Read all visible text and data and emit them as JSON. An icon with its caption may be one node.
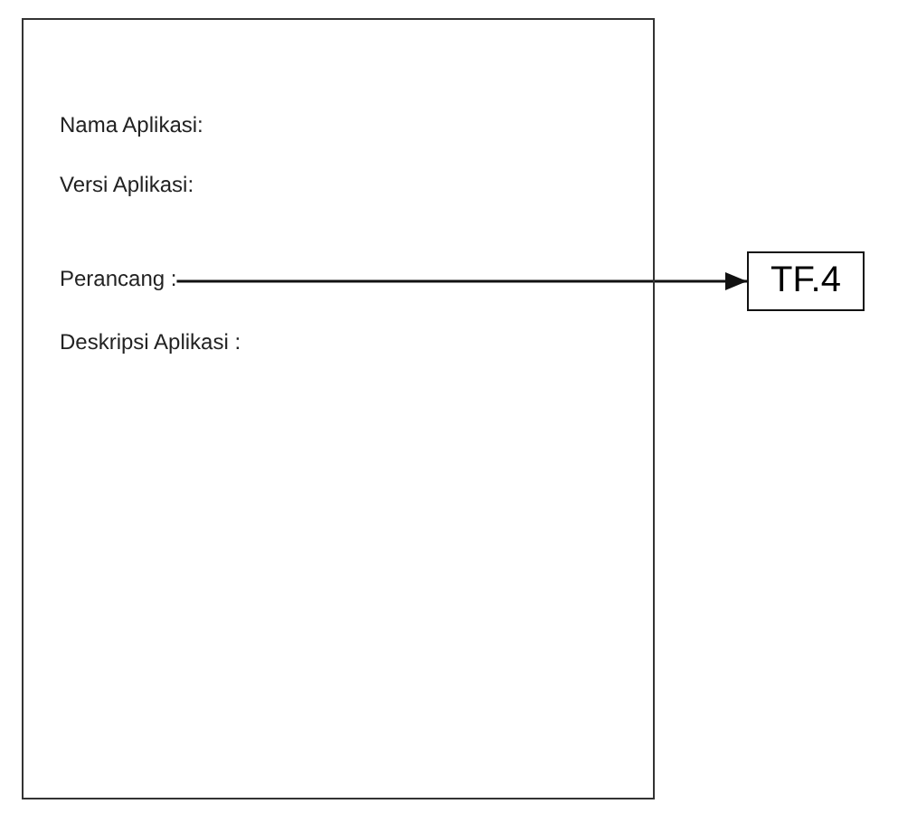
{
  "diagram": {
    "nodes": [
      {
        "text": [],
        "shape": "box"
      },
      {
        "text": [
          "Nama Aplikasi:"
        ],
        "in": 0
      },
      {
        "text": [
          "Versi Aplikasi:"
        ],
        "in": 0
      },
      {
        "text": [
          "Perancang :"
        ],
        "in": 0
      },
      {
        "text": [
          "Deskripsi Aplikasi :"
        ],
        "in": 0
      },
      {
        "text": [
          "TF.4"
        ]
      }
    ],
    "edges": [
      {
        "from": 3,
        "to": 5,
        "arrow": "to"
      }
    ]
  }
}
